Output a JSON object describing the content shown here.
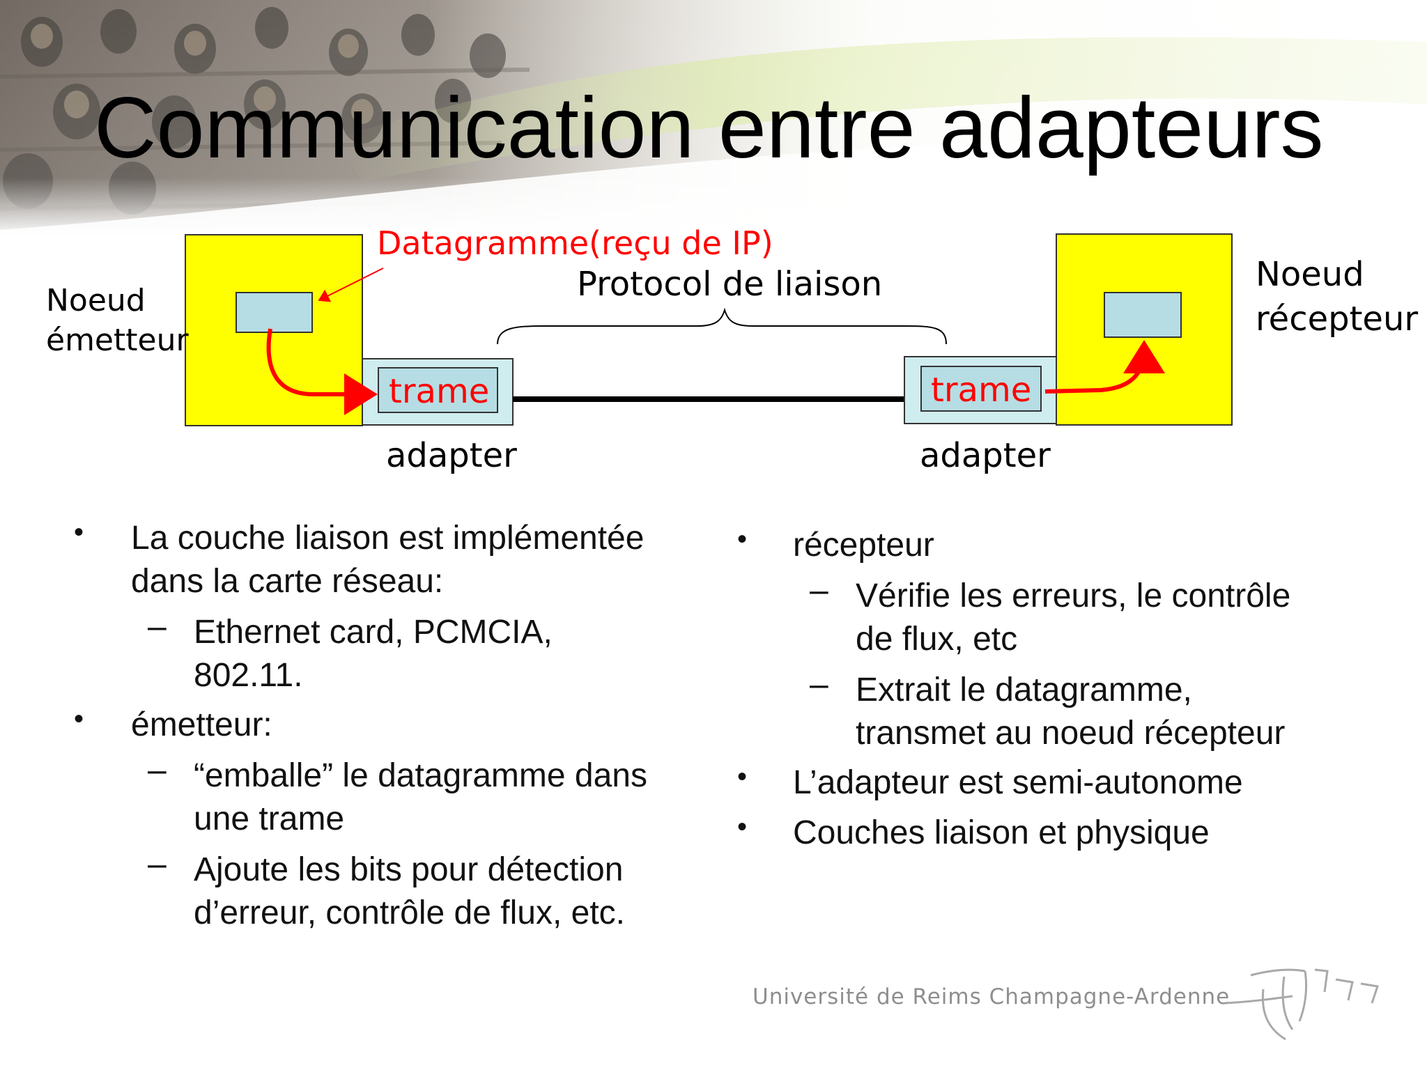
{
  "slide": {
    "title": "Communication entre adapteurs"
  },
  "diagram": {
    "datagram_label": "Datagramme(reçu de IP)",
    "protocol_label": "Protocol de liaison",
    "sender": {
      "line1": "Noeud",
      "line2": "émetteur"
    },
    "receiver": {
      "line1": "Noeud",
      "line2": "récepteur"
    },
    "frame_left": "trame",
    "frame_right": "trame",
    "adapter_left": "adapter",
    "adapter_right": "adapter",
    "colors": {
      "node_fill": "#ffff00",
      "adapter_fill": "#cfecef",
      "packet_fill": "#b6dde4",
      "arrow": "#ff0000",
      "red_text": "#ff0000"
    }
  },
  "left_column": {
    "bullet1": {
      "line1": "La couche liaison est implémentée",
      "line2": "dans la carte réseau:"
    },
    "sub1": {
      "line1": "Ethernet card, PCMCIA,",
      "line2": "802.11."
    },
    "bullet2": "émetteur:",
    "sub2": {
      "line1": "“emballe” le datagramme dans",
      "line2": "une trame"
    },
    "sub3": {
      "line1": "Ajoute les bits pour détection",
      "line2": "d’erreur, contrôle de flux, etc."
    }
  },
  "right_column": {
    "bullet1": "récepteur",
    "sub1": {
      "line1": "Vérifie les erreurs, le contrôle",
      "line2": "de flux, etc"
    },
    "sub2": {
      "line1": "Extrait le datagramme,",
      "line2": "transmet au noeud récepteur"
    },
    "bullet2": "L’adapteur est semi-autonome",
    "bullet3": "Couches liaison et physique"
  },
  "footer": {
    "university": "Université de Reims Champagne-Ardenne",
    "logo": "urca-logo"
  }
}
